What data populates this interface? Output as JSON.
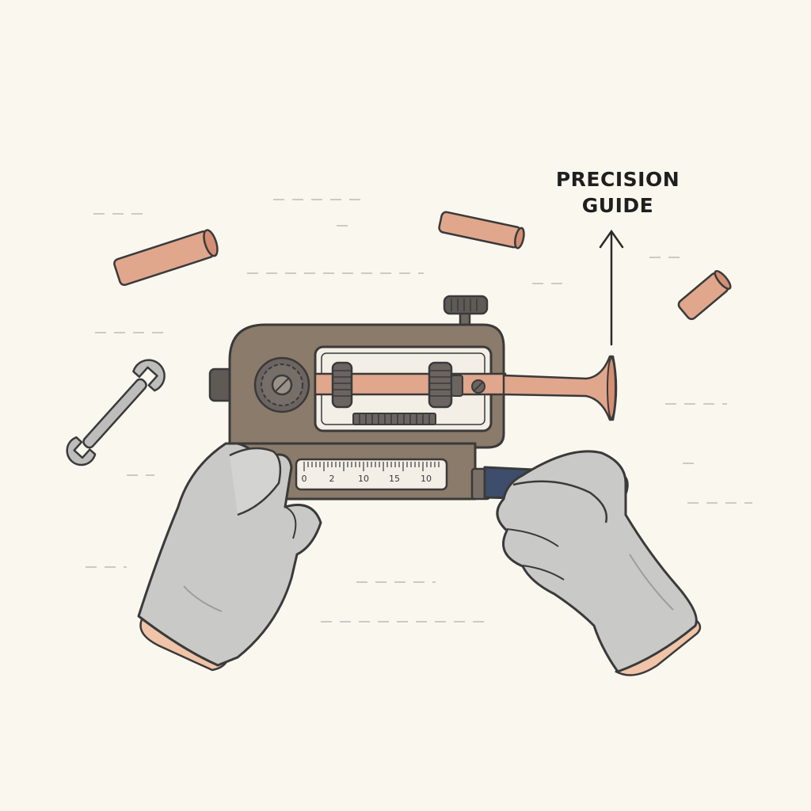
{
  "callout": {
    "line1": "PRECISION",
    "line2": "GUIDE"
  },
  "scale": {
    "ticks": [
      "0",
      "2",
      "10",
      "15",
      "10"
    ]
  },
  "colors": {
    "background": "#faf7ef",
    "tool_body": "#8a7b6a",
    "copper": "#e0a78d",
    "glove": "#c9c9c7",
    "handle": "#3d4d6b",
    "outline": "#3a3a3a"
  },
  "icons": [
    "wrench-icon",
    "gear-icon",
    "arrow-up-icon"
  ]
}
